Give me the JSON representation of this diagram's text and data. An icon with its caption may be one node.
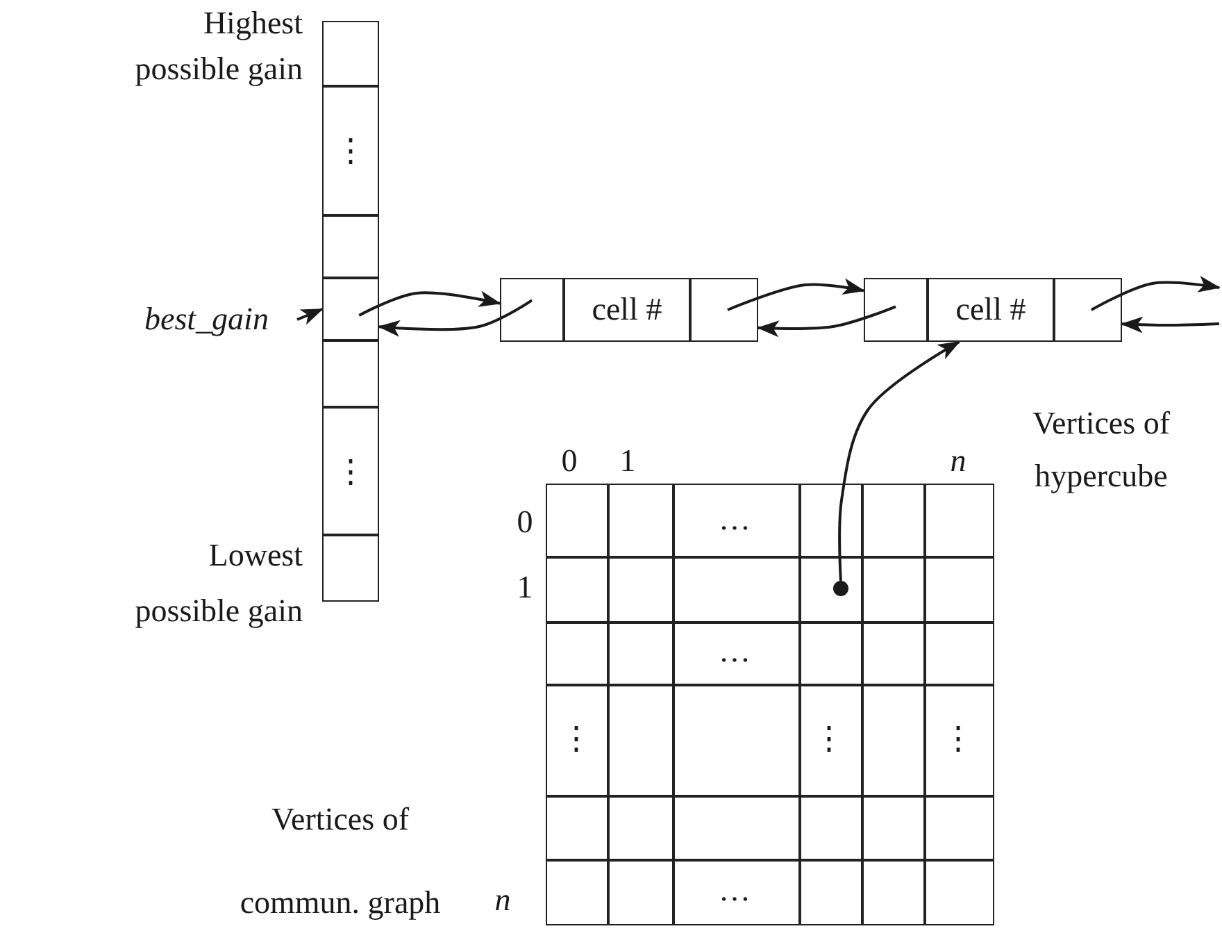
{
  "diagram": {
    "nodes": [
      {
        "text": [
          "best_gain"
        ]
      },
      {
        "text": [],
        "shape": "box"
      },
      {
        "text": [],
        "shape": "box",
        "in": 1
      },
      {
        "text": [
          "⋮"
        ],
        "in": 1
      },
      {
        "text": [],
        "shape": "box",
        "in": 1
      },
      {
        "text": [],
        "shape": "box",
        "in": 1
      },
      {
        "text": [],
        "shape": "box",
        "in": 1
      },
      {
        "text": [
          "⋮"
        ],
        "in": 1
      },
      {
        "text": [],
        "shape": "box",
        "in": 1
      },
      {
        "text": [],
        "shape": "box"
      },
      {
        "text": [],
        "shape": "box",
        "in": 9
      },
      {
        "text": [
          "cell #"
        ],
        "in": 9
      },
      {
        "text": [],
        "shape": "box",
        "in": 9
      },
      {
        "text": [],
        "shape": "box"
      },
      {
        "text": [],
        "shape": "box",
        "in": 13
      },
      {
        "text": [
          "cell #"
        ],
        "in": 13
      },
      {
        "text": [],
        "shape": "box",
        "in": 13
      },
      {
        "text": [],
        "shape": "box"
      },
      {
        "text": [],
        "shape": "circle",
        "in": 17
      }
    ],
    "edges": [
      {
        "from": 0,
        "to": 5,
        "arrow": "to"
      },
      {
        "from": 5,
        "to": 10,
        "arrow": "to"
      },
      {
        "from": 10,
        "to": 5,
        "arrow": "to"
      },
      {
        "from": 12,
        "to": 14,
        "arrow": "to"
      },
      {
        "from": 14,
        "to": 12,
        "arrow": "to"
      },
      {
        "from": 16,
        "to": null,
        "arrow": "to"
      },
      {
        "from": null,
        "to": 16,
        "arrow": "to"
      },
      {
        "from": 18,
        "to": 15,
        "arrow": "to"
      }
    ],
    "labels": [
      "Highest possible gain",
      "Vertices of hypercube",
      "0",
      "1",
      "n",
      "0",
      "…",
      "Lowest possible gain",
      "1",
      "…",
      "⋮",
      "⋮",
      "⋮",
      "Vertices of commun. graph",
      "n",
      "…"
    ]
  }
}
